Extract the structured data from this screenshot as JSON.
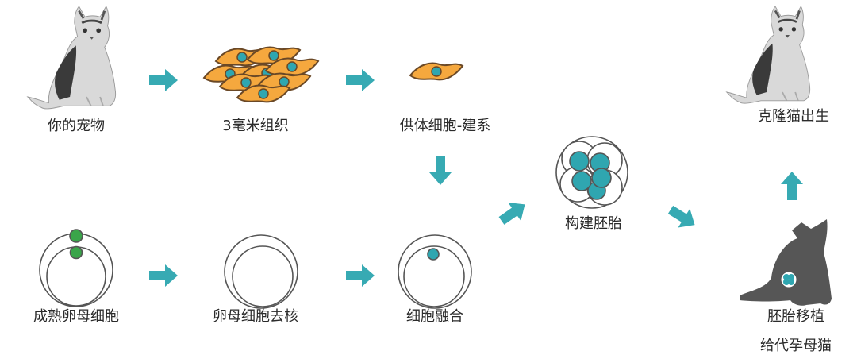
{
  "colors": {
    "arrow": "#37aab3",
    "cell_fill": "#f5a83e",
    "cell_outline": "#6a4826",
    "nucleus": "#2fa6b0",
    "green": "#3aa54a",
    "surrogate": "#565656"
  },
  "steps": {
    "pet": "你的宠物",
    "tissue": "3毫米组织",
    "donor_cell": "供体细胞-建系",
    "clone_birth": "克隆猫出生",
    "build_embryo": "构建胚胎",
    "mature_oocyte": "成熟卵母细胞",
    "enucleation": "卵母细胞去核",
    "fusion": "细胞融合",
    "transfer": "胚胎移植",
    "surrogate": "给代孕母猫"
  }
}
